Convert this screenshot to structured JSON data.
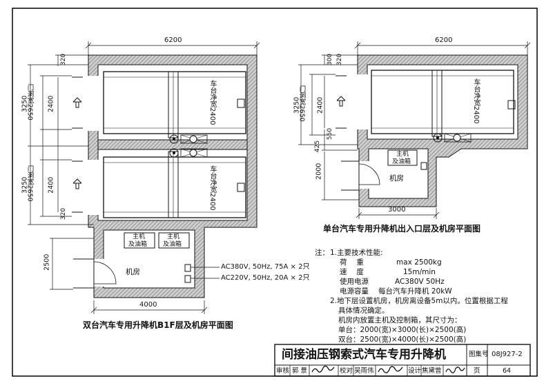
{
  "dimensions": {
    "top_width_left": "6200",
    "top_width_right": "6200",
    "room_width_left": "4000",
    "room_width_right": "3000",
    "left_segments": [
      "320",
      "3250",
      "2400",
      "门洞宽2650",
      "3250",
      "2400",
      "门洞宽2650",
      "320",
      "2500"
    ],
    "right_segments": [
      "320",
      "300",
      "3250",
      "2400",
      "门洞宽2650",
      "550",
      "425",
      "2000"
    ]
  },
  "platform_label": "车台净宽2400",
  "room": {
    "tank_label_line1": "主机",
    "tank_label_line2": "及油箱",
    "machine_room": "机房"
  },
  "power": {
    "line1": "AC380V, 50Hz, 75A × 2只",
    "line2": "AC220V, 50Hz, 20A × 2只"
  },
  "captions": {
    "left": "双台汽车专用升降机B1F层及机房平面图",
    "right": "单台汽车专用升降机出入口层及机房平面图"
  },
  "notes": {
    "prefix": "注：",
    "n1": "1.主要技术性能:",
    "load_k": "荷　 重",
    "load_v": "max 2500kg",
    "speed_k": "速　 度",
    "speed_v": "15m/min",
    "power_k": "使用电源",
    "power_v": "AC380V 50Hz",
    "cap_k": "电源容量",
    "cap_v": "每台汽车升降机 20kW",
    "n2a": "2.地下层设置机房，机房离设备5m以内。位置根据工程",
    "n2b": "具体情况确定。",
    "n3a": "机房内放置主机及控制箱，其尺寸为：",
    "n3b": "单台：2000(宽)×3000(长)×2500(高)",
    "n3c": "双台：2500(宽)×4000(长)×2500(高)"
  },
  "title_block": {
    "title": "间接油压钢索式汽车专用升降机",
    "atlas_label": "图集号",
    "atlas_no": "08J927-2",
    "page_label": "页",
    "page_no": "64",
    "review_label": "审核",
    "review_name": "郭 景",
    "check_label": "校对",
    "check_name": "吴雨伟",
    "design_label": "设计",
    "design_name": "焦黛曾"
  }
}
